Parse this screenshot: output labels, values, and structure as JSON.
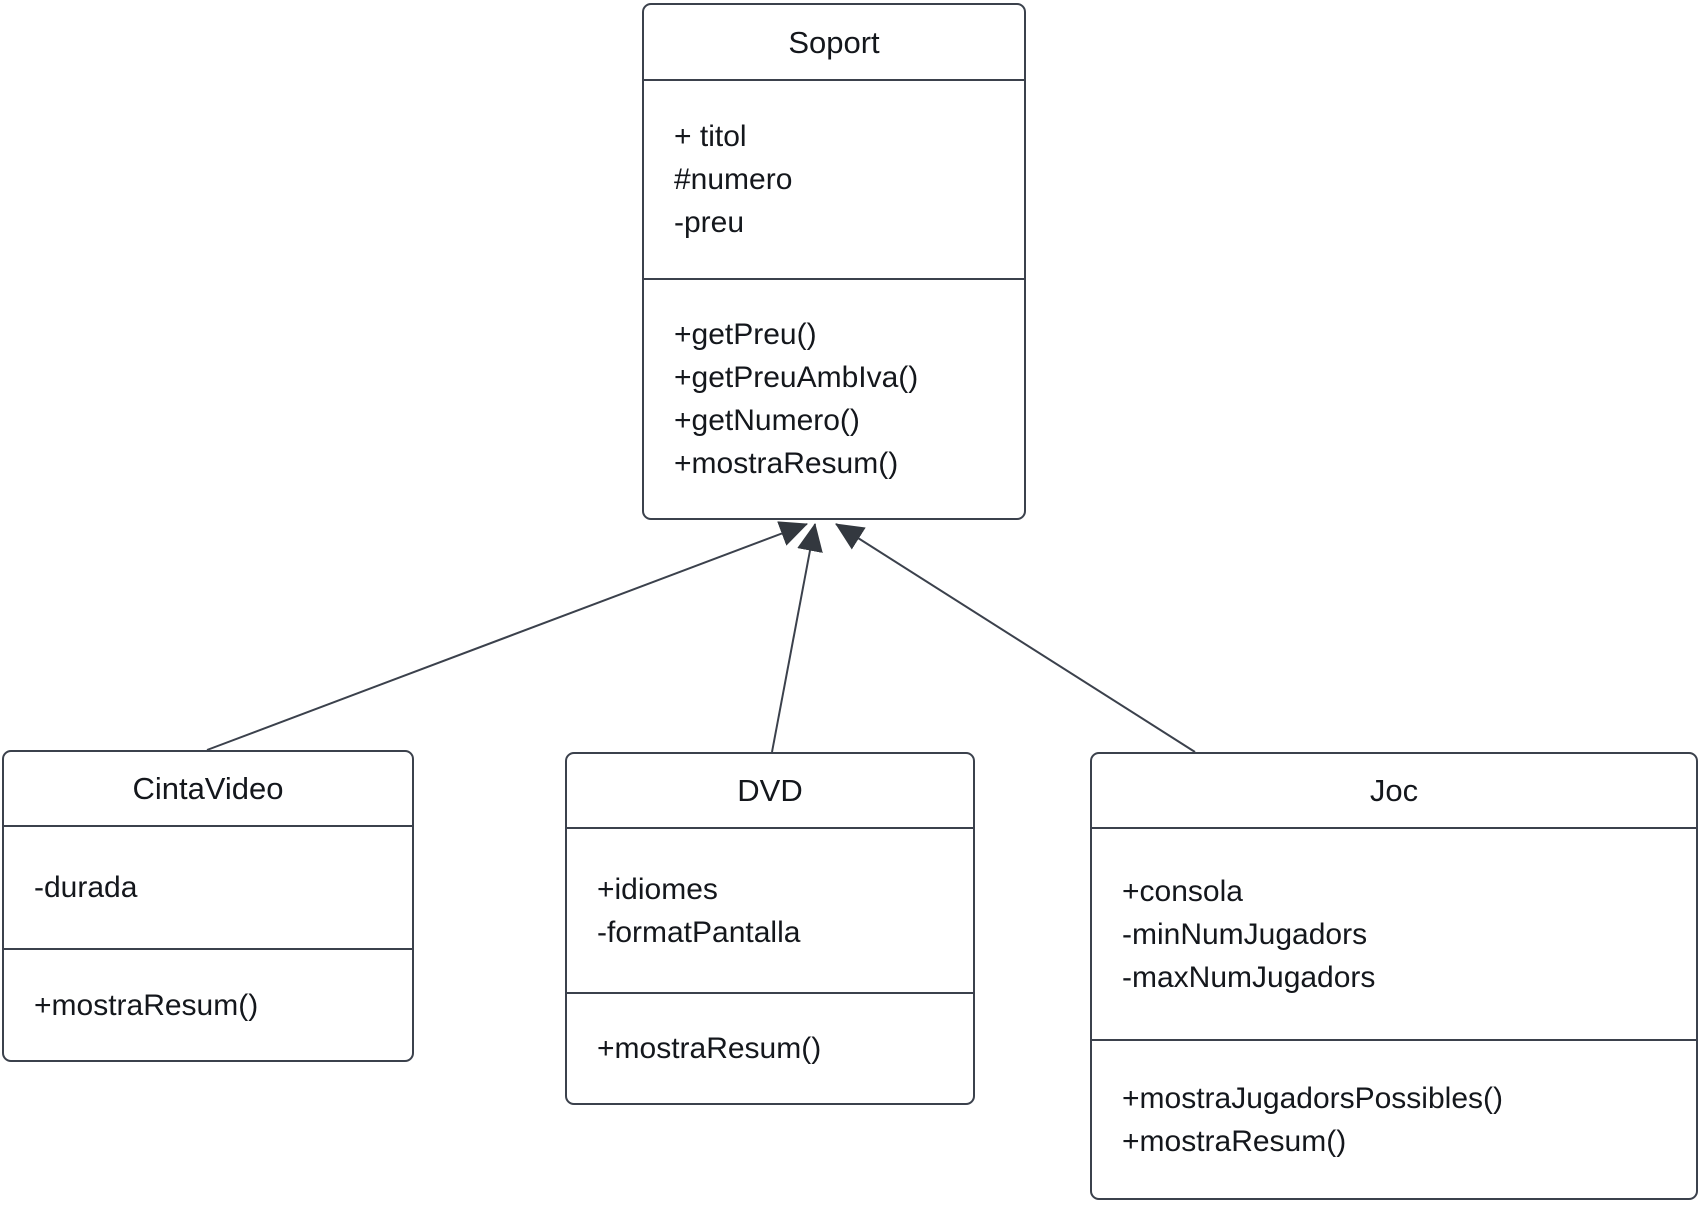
{
  "diagram": {
    "type": "uml-class-diagram",
    "colors": {
      "stroke": "#3b414c",
      "text": "#14171c",
      "background": "#ffffff"
    },
    "classes": [
      {
        "name": "Soport",
        "attributes": [
          "+ titol",
          "#numero",
          "-preu"
        ],
        "methods": [
          "+getPreu()",
          "+getPreuAmbIva()",
          "+getNumero()",
          "+mostraResum()"
        ]
      },
      {
        "name": "CintaVideo",
        "attributes": [
          "-durada"
        ],
        "methods": [
          "+mostraResum()"
        ]
      },
      {
        "name": "DVD",
        "attributes": [
          "+idiomes",
          "-formatPantalla"
        ],
        "methods": [
          "+mostraResum()"
        ]
      },
      {
        "name": "Joc",
        "attributes": [
          "+consola",
          "-minNumJugadors",
          "-maxNumJugadors"
        ],
        "methods": [
          "+mostraJugadorsPossibles()",
          "+mostraResum()"
        ]
      }
    ],
    "relationships": [
      {
        "from": "CintaVideo",
        "to": "Soport",
        "type": "generalization"
      },
      {
        "from": "DVD",
        "to": "Soport",
        "type": "generalization"
      },
      {
        "from": "Joc",
        "to": "Soport",
        "type": "generalization"
      }
    ]
  }
}
